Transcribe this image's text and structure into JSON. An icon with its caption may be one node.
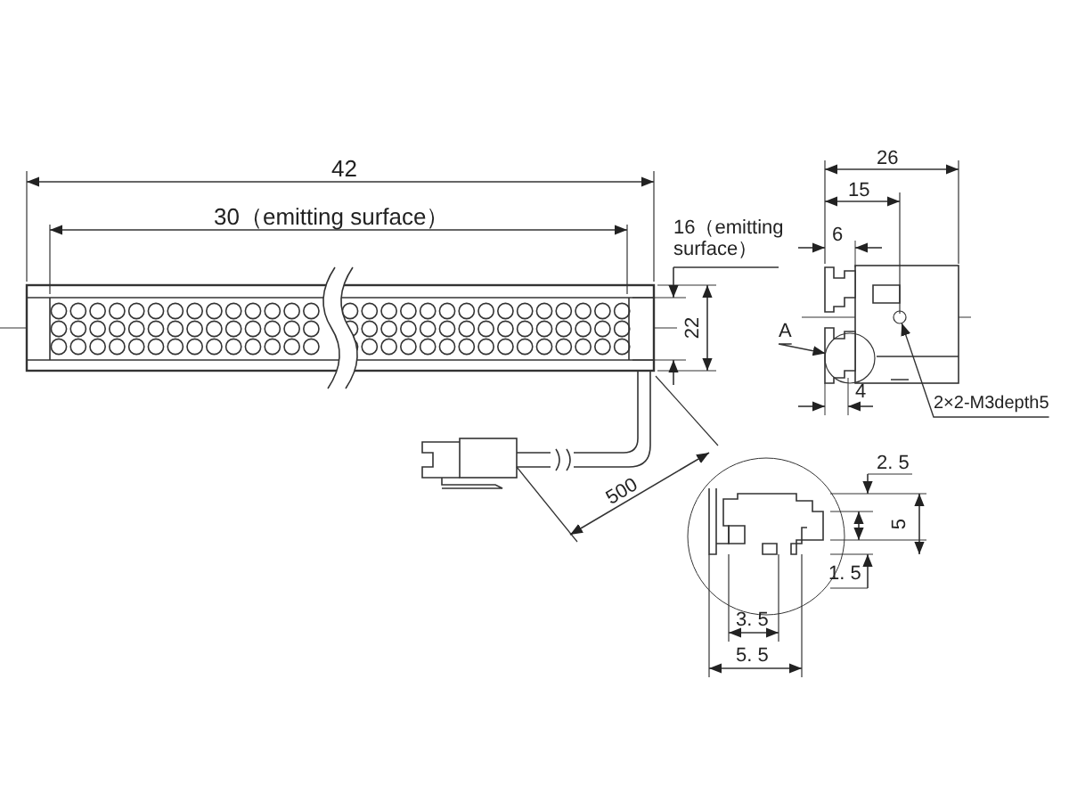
{
  "diagram": {
    "nodes": [
      {
        "text": [
          "A"
        ]
      },
      {
        "text": [],
        "shape": "circle"
      },
      {
        "text": [
          "2×2-M3depth5"
        ]
      },
      {
        "text": [],
        "shape": "circle"
      }
    ],
    "edges": [
      {
        "from": 0,
        "to": 1,
        "arrow": "to"
      },
      {
        "from": 2,
        "to": 3,
        "arrow": "to"
      }
    ],
    "labels": [
      "42",
      "30（emitting surface）",
      "16（emitting surface）",
      "22",
      "500",
      "26",
      "15",
      "6",
      "4",
      "2. 5",
      "5",
      "1. 5",
      "3. 5",
      "5. 5"
    ]
  }
}
